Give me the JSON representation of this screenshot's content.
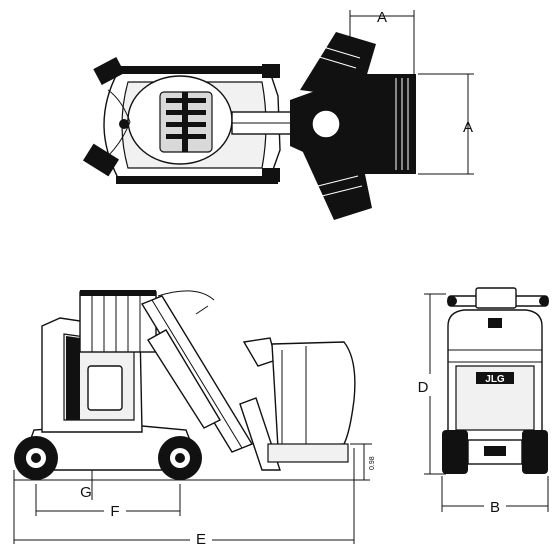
{
  "drawing": {
    "top_view": {
      "dimension_labels": [
        "A",
        "A"
      ]
    },
    "side_view": {
      "dimension_labels": [
        "G",
        "F",
        "E"
      ],
      "small_dimension": "0.98"
    },
    "rear_view": {
      "dimension_labels": [
        "D",
        "B"
      ],
      "brand_mark": "JLG"
    }
  }
}
